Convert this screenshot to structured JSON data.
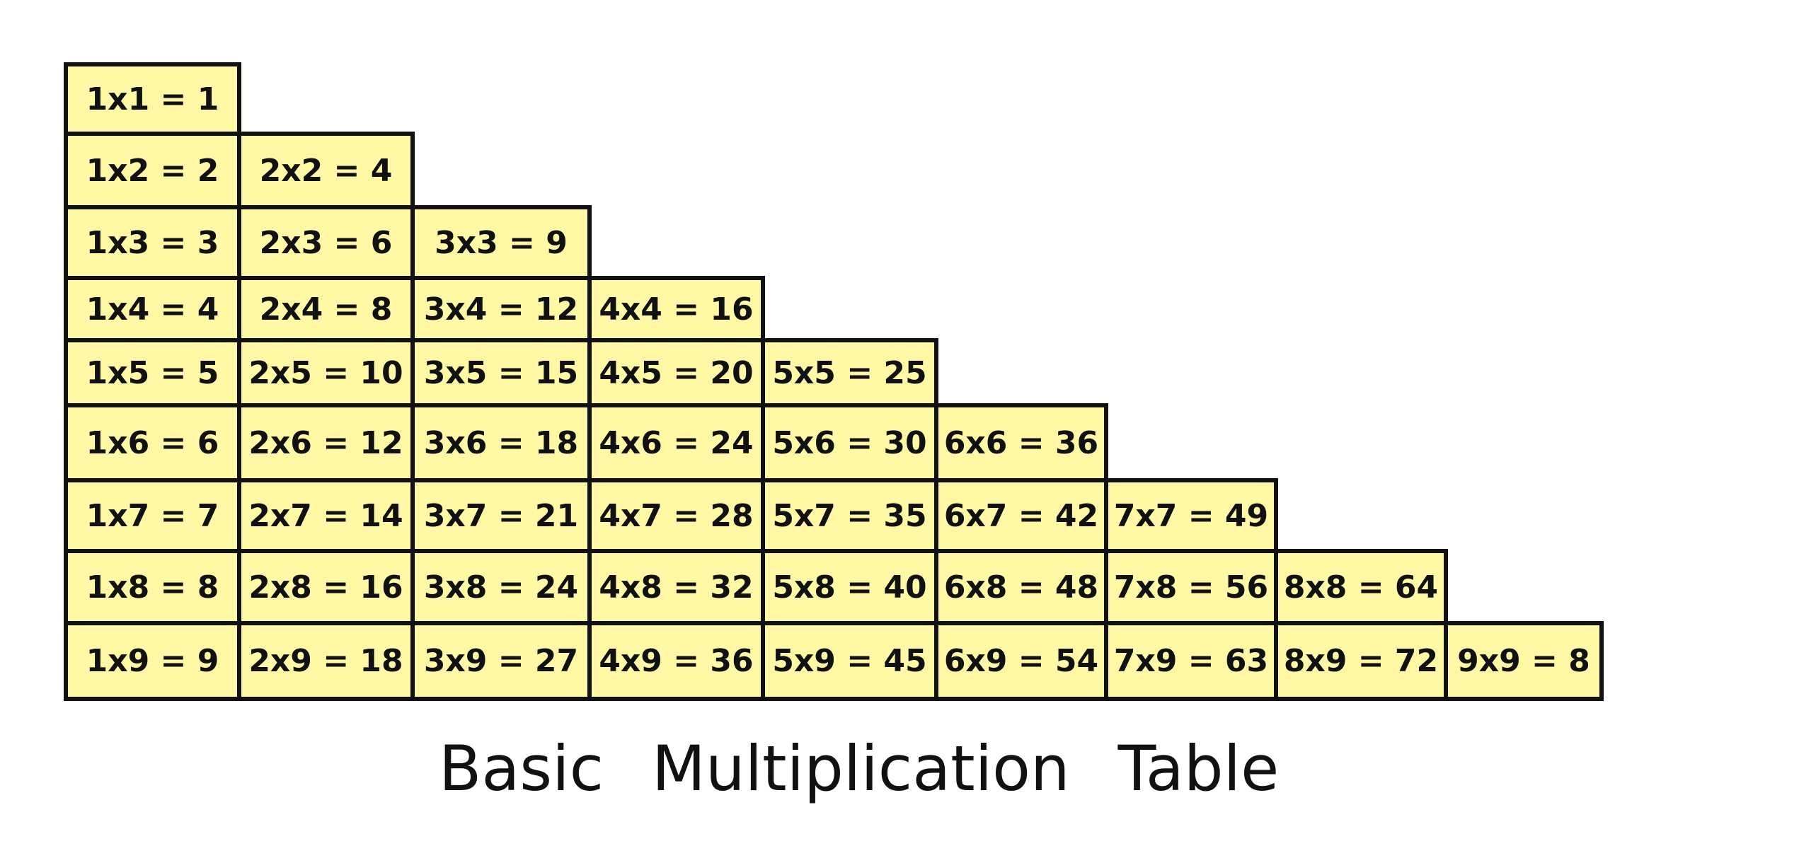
{
  "caption": "Basic Multiplication Table",
  "colors": {
    "cell_fill": "#fff9a6",
    "border": "#111111",
    "text": "#111111",
    "background": "#ffffff"
  },
  "table": [
    [
      "1x1 = 1"
    ],
    [
      "1x2 = 2",
      "2x2 = 4"
    ],
    [
      "1x3 = 3",
      "2x3 = 6",
      "3x3 = 9"
    ],
    [
      "1x4 = 4",
      "2x4 = 8",
      "3x4 = 12",
      "4x4 = 16"
    ],
    [
      "1x5 = 5",
      "2x5 = 10",
      "3x5 = 15",
      "4x5 = 20",
      "5x5 = 25"
    ],
    [
      "1x6 = 6",
      "2x6 = 12",
      "3x6 = 18",
      "4x6 = 24",
      "5x6 = 30",
      "6x6 = 36"
    ],
    [
      "1x7 = 7",
      "2x7 = 14",
      "3x7 = 21",
      "4x7 = 28",
      "5x7 = 35",
      "6x7 = 42",
      "7x7 = 49"
    ],
    [
      "1x8 = 8",
      "2x8 = 16",
      "3x8 = 24",
      "4x8 = 32",
      "5x8 = 40",
      "6x8 = 48",
      "7x8 = 56",
      "8x8 = 64"
    ],
    [
      "1x9 = 9",
      "2x9 = 18",
      "3x9 = 27",
      "4x9 = 36",
      "5x9 = 45",
      "6x9 = 54",
      "7x9 = 63",
      "8x9 = 72",
      "9x9 = 8"
    ]
  ]
}
